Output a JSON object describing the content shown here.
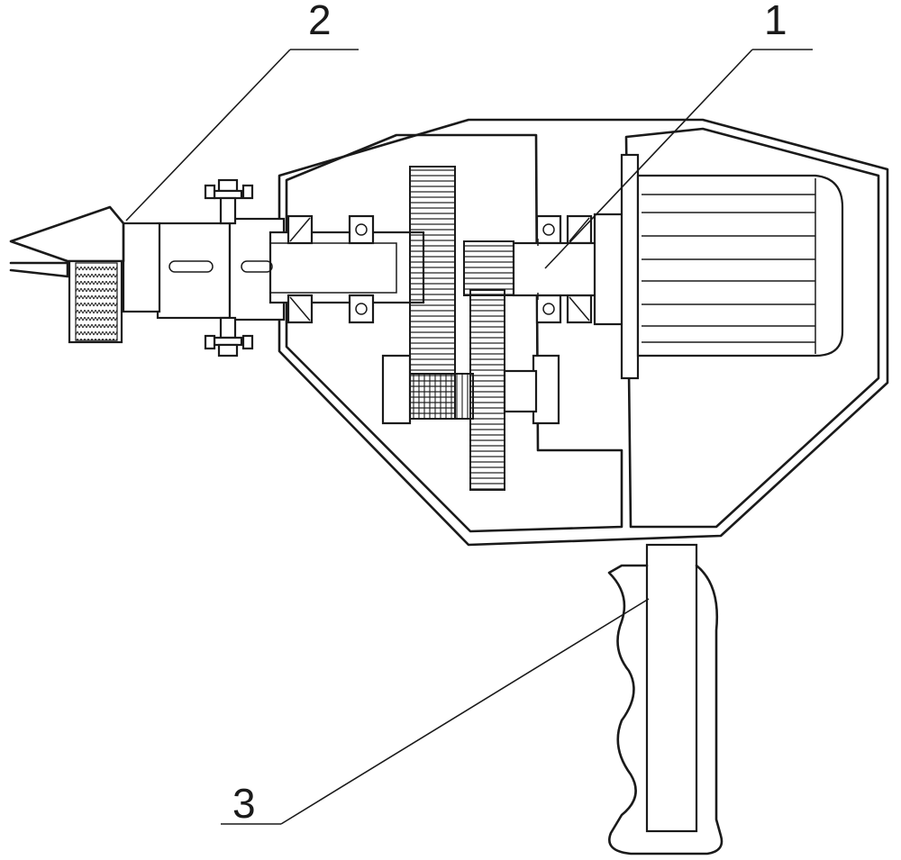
{
  "labels": {
    "part_1": "1",
    "part_2": "2",
    "part_3": "3"
  }
}
